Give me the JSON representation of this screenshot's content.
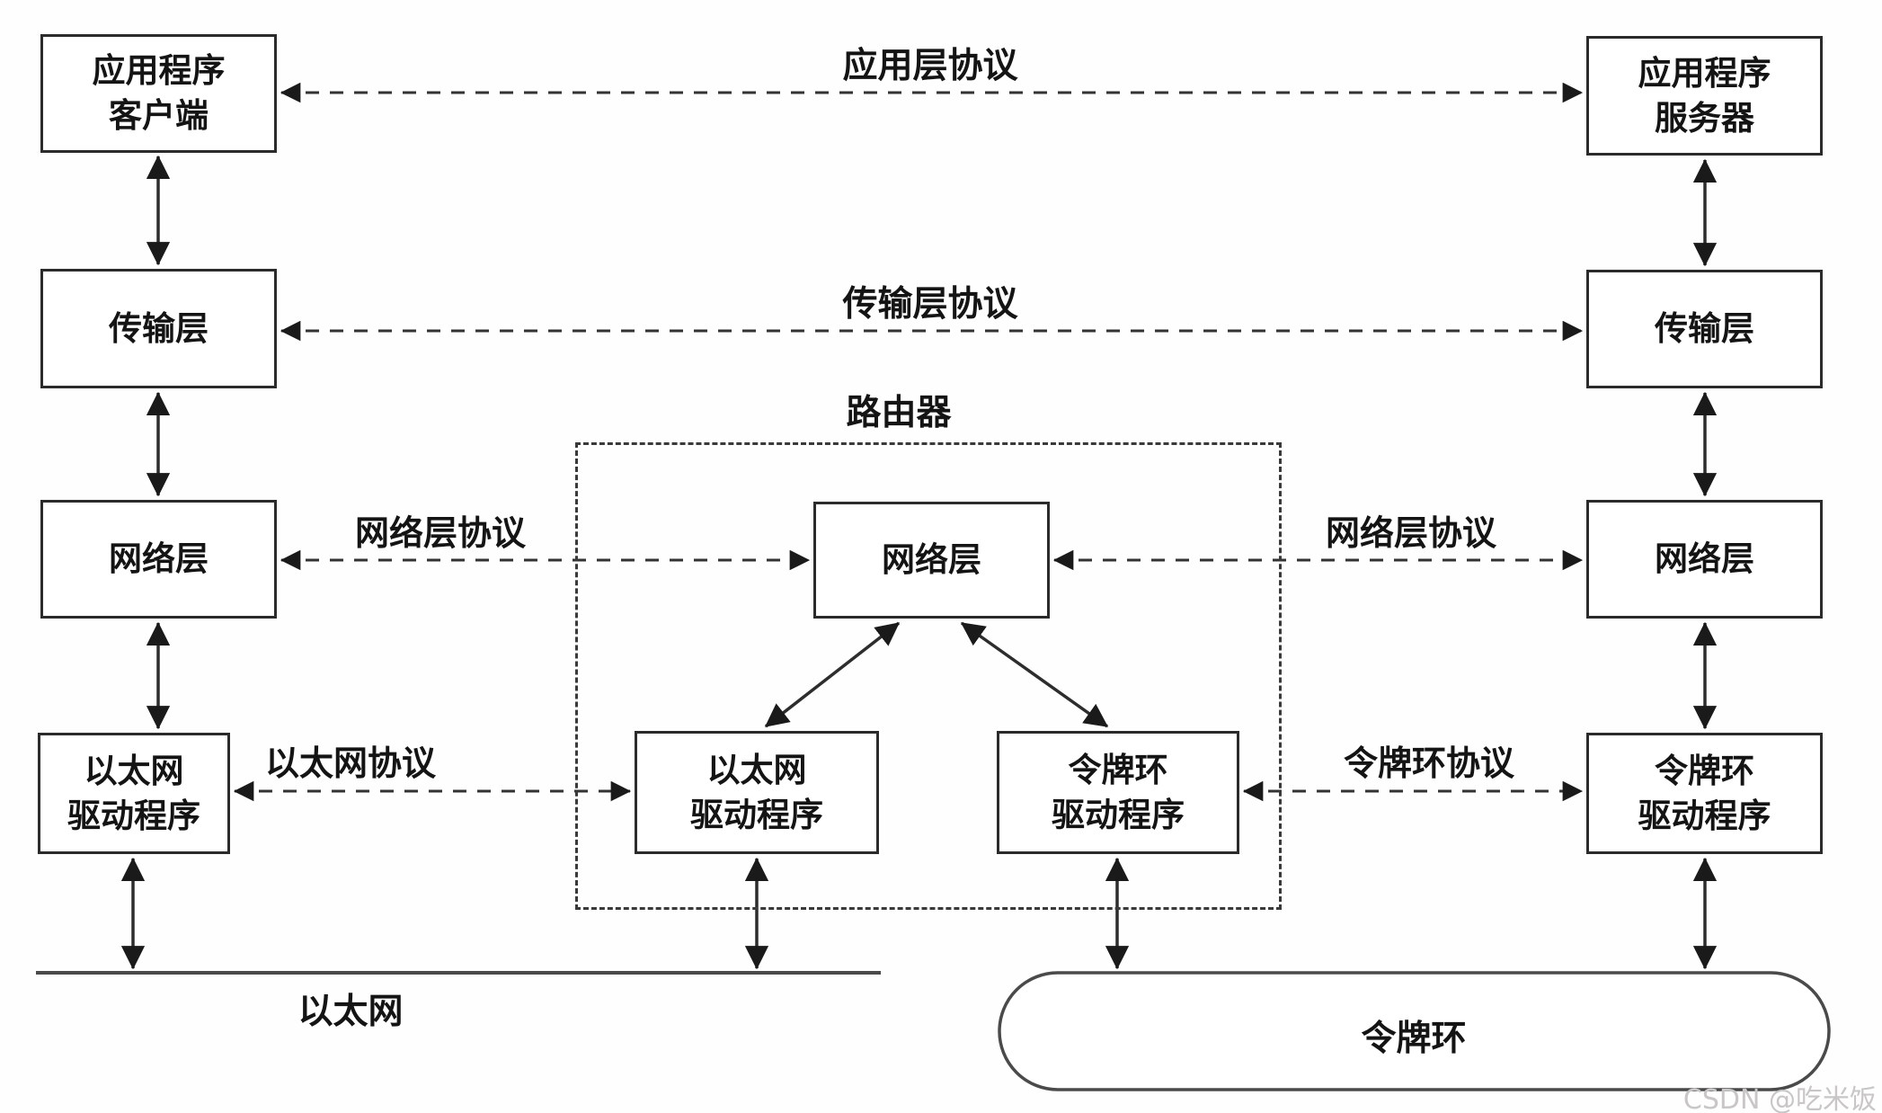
{
  "diagram": {
    "title_hint": "TCP/IP layered communication through a router (Chinese textbook figure)",
    "boxes": {
      "l1": "应用程序\n客户端",
      "l2": "传输层",
      "l3": "网络层",
      "l4": "以太网\n驱动程序",
      "r1": "应用程序\n服务器",
      "r2": "传输层",
      "r3": "网络层",
      "r4": "令牌环\n驱动程序",
      "m3": "网络层",
      "m4a": "以太网\n驱动程序",
      "m4b": "令牌环\n驱动程序"
    },
    "labels": {
      "app_protocol": "应用层协议",
      "transport_protocol": "传输层协议",
      "network_protocol_left": "网络层协议",
      "network_protocol_right": "网络层协议",
      "ethernet_protocol": "以太网协议",
      "tokenring_protocol": "令牌环协议",
      "router": "路由器",
      "ethernet": "以太网",
      "token_ring": "令牌环"
    },
    "watermark": "CSDN @吃米饭",
    "colors": {
      "line": "#2d2d2d",
      "dashed_line": "#333333",
      "box_border": "#2b2b2b",
      "text": "#141414",
      "watermark": "#c8c6c6",
      "background": "#fefefe"
    }
  }
}
